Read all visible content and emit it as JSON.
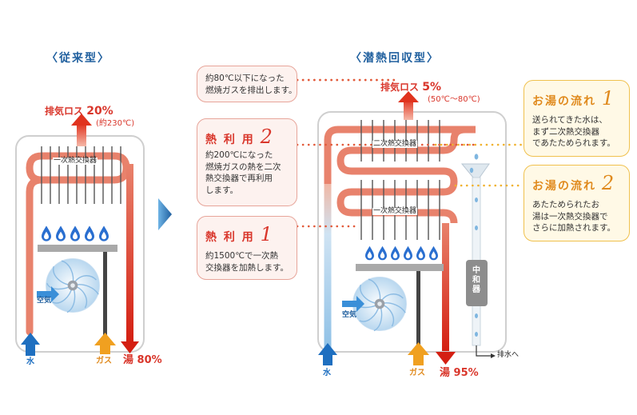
{
  "conventional": {
    "title": "〈従来型〉",
    "exhaust_loss_label": "排気ロス",
    "exhaust_loss_pct": "20%",
    "exhaust_temp": "(約230℃)",
    "exchanger_label": "一次熱交換器",
    "air_label": "空気",
    "water_label": "水",
    "gas_label": "ガス",
    "hot_water_label": "湯",
    "hot_water_pct": "80%"
  },
  "latent": {
    "title": "〈潜熱回収型〉",
    "exhaust_loss_label": "排気ロス",
    "exhaust_loss_pct": "5%",
    "exhaust_temp": "(50℃〜80℃)",
    "secondary_exchanger_label": "二次熱交換器",
    "primary_exchanger_label": "一次熱交換器",
    "neutralizer_label": "中和器",
    "air_label": "空気",
    "water_label": "水",
    "gas_label": "ガス",
    "hot_water_label": "湯",
    "hot_water_pct": "95%",
    "drain_label": "排水へ"
  },
  "callouts": {
    "exhaust_note": [
      "約80℃以下になった",
      "燃焼ガスを排出します。"
    ],
    "heat_use_2": {
      "title": "熱 利 用",
      "number": "2",
      "lines": [
        "約200℃になった",
        "燃焼ガスの熱を二次",
        "熱交換器で再利用",
        "します。"
      ]
    },
    "heat_use_1": {
      "title": "熱 利 用",
      "number": "1",
      "lines": [
        "約1500℃で一次熱",
        "交換器を加熱します。"
      ]
    },
    "flow_1": {
      "title": "お湯の流れ",
      "number": "1",
      "lines": [
        "送られてきた水は、",
        "まず二次熱交換器",
        "であたためられます。"
      ]
    },
    "flow_2": {
      "title": "お湯の流れ",
      "number": "2",
      "lines": [
        "あたためられたお",
        "湯は一次熱交換器で",
        "さらに加熱されます。"
      ]
    }
  },
  "colors": {
    "title_blue": "#1f5f9e",
    "loss_red": "#d9362b",
    "pipe_salmon": "#e8826c",
    "water_blue": "#9fcbe8",
    "gas_orange": "#f0a020",
    "callout_red_border": "#e7a59a",
    "callout_orange_border": "#f0c14e"
  },
  "icons": [
    "arrow-right-icon",
    "fan-icon",
    "flame-icon",
    "water-drop-icon"
  ]
}
